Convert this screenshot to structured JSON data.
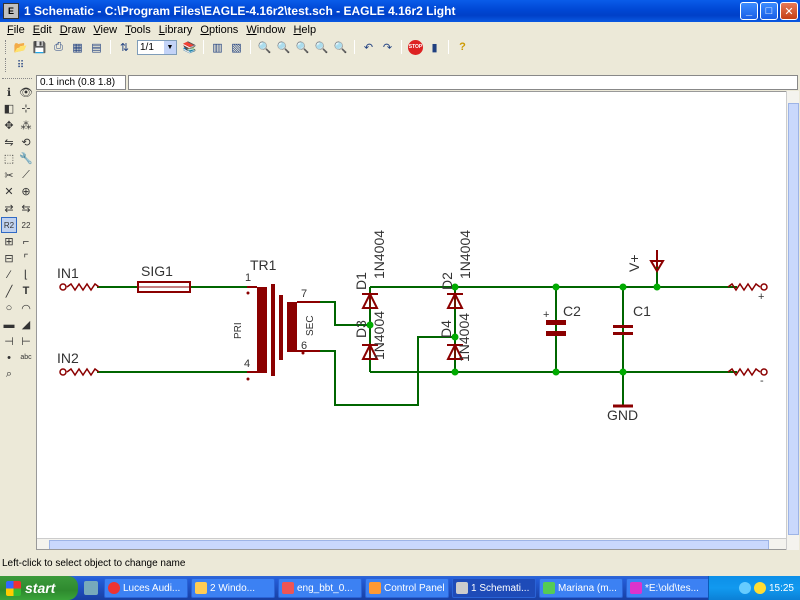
{
  "window": {
    "title": "1 Schematic - C:\\Program Files\\EAGLE-4.16r2\\test.sch - EAGLE 4.16r2 Light",
    "icon_text": "E",
    "buttons": [
      "minimize-icon",
      "maximize-icon",
      "close-icon"
    ]
  },
  "menu": [
    "File",
    "Edit",
    "Draw",
    "View",
    "Tools",
    "Library",
    "Options",
    "Window",
    "Help"
  ],
  "toolbar": {
    "sheet_combo": "1/1",
    "stop_label": "STOP",
    "help_label": "?"
  },
  "command": {
    "coordinate": "0.1 inch (0.8 1.8)",
    "input_value": ""
  },
  "schematic": {
    "colors": {
      "wire": "#006600",
      "part": "#8b0000",
      "junction": "#00aa00",
      "text": "#333333"
    },
    "labels": {
      "in1": "IN1",
      "in2": "IN2",
      "sig1": "SIG1",
      "tr1": "TR1",
      "pri": "PRI",
      "sec": "SEC",
      "pin1": "1",
      "pin4": "4",
      "pin7": "7",
      "pin6": "6",
      "d1": "D1",
      "d2": "D2",
      "d3": "D3",
      "d4": "D4",
      "d1_val": "1N4004",
      "d2_val": "1N4004",
      "d3_val": "1N4004",
      "d4_val": "1N4004",
      "c1": "C1",
      "c2": "C2",
      "c2_plus": "+",
      "vplus": "V+",
      "gnd": "GND",
      "out_plus": "+",
      "out_minus": "-"
    }
  },
  "status": "Left-click to select object to change name",
  "taskbar": {
    "start": "start",
    "tasks": [
      {
        "label": "Luces Audi...",
        "icon": "opera-icon"
      },
      {
        "label": "2 Windo...",
        "icon": "folder-icon"
      },
      {
        "label": "eng_bbt_0...",
        "icon": "pdf-icon"
      },
      {
        "label": "Control Panel",
        "icon": "control-panel-icon"
      },
      {
        "label": "1 Schemati...",
        "icon": "eagle-icon"
      },
      {
        "label": "Mariana (m...",
        "icon": "messenger-icon"
      },
      {
        "label": "*E:\\old\\tes...",
        "icon": "paint-icon"
      }
    ],
    "clock": "15:25"
  }
}
